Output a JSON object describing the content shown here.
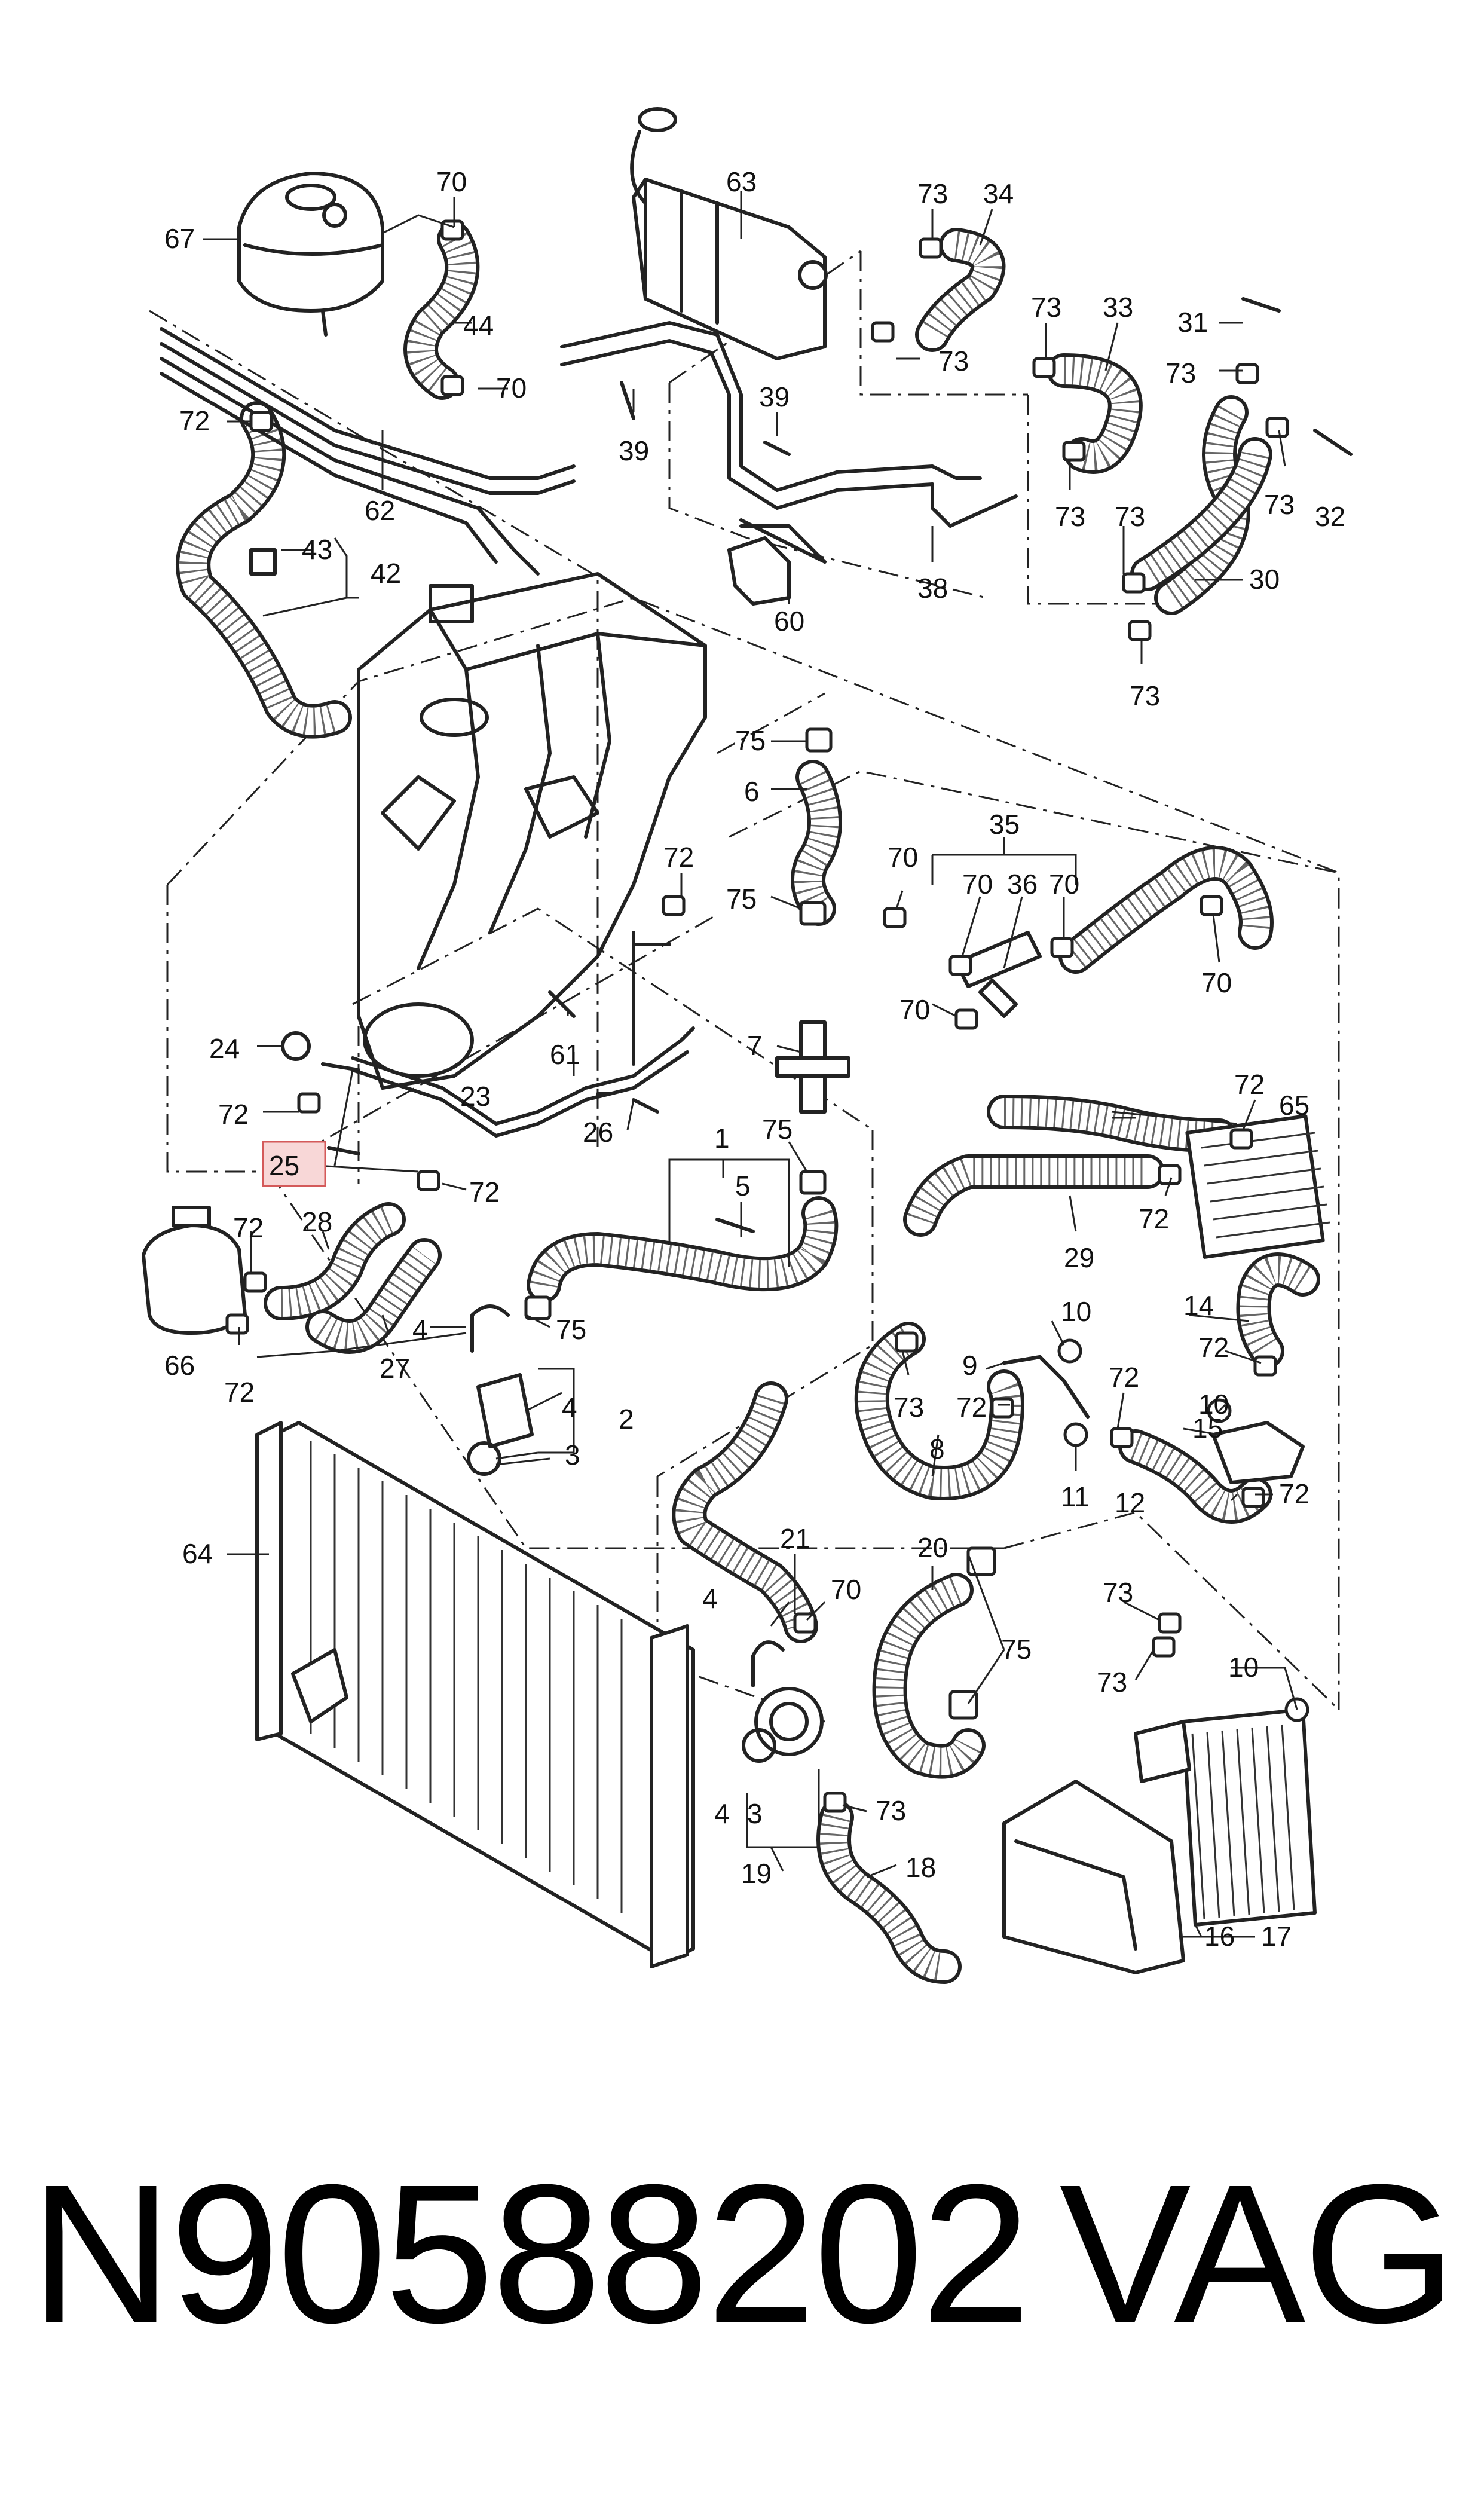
{
  "diagram": {
    "labels": [
      "1",
      "2",
      "3",
      "4",
      "5",
      "6",
      "7",
      "8",
      "9",
      "10",
      "11",
      "12",
      "14",
      "15",
      "16",
      "17",
      "18",
      "19",
      "20",
      "21",
      "23",
      "24",
      "25",
      "26",
      "27",
      "28",
      "29",
      "30",
      "31",
      "32",
      "33",
      "34",
      "35",
      "36",
      "38",
      "39",
      "42",
      "43",
      "44",
      "60",
      "61",
      "62",
      "63",
      "64",
      "65",
      "66",
      "67",
      "70",
      "72",
      "73",
      "75"
    ],
    "highlighted_label": "25"
  },
  "footer": {
    "part_number": "N90588202",
    "brand": "VAG"
  }
}
